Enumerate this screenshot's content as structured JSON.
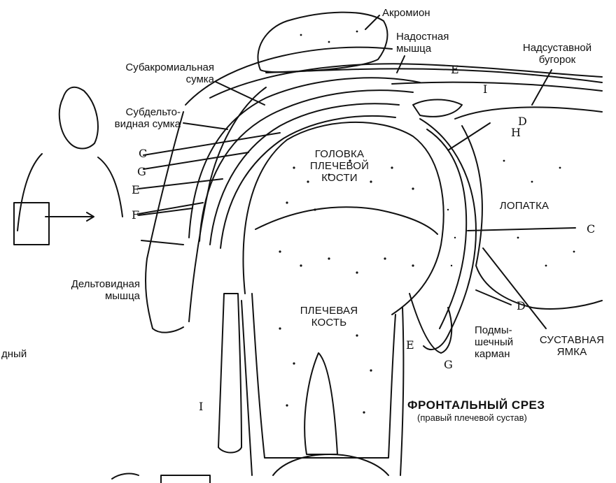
{
  "labels": {
    "acromion": "Акромион",
    "supraspinatus": [
      "Надостная",
      "мышца"
    ],
    "supraglenoid": [
      "Надсуставной",
      "бугорок"
    ],
    "subacromial_bursa": [
      "Субакромиальная",
      "сумка"
    ],
    "subdeltoid_bursa": [
      "Субдельто-",
      "видная сумка"
    ],
    "humeral_head": [
      "ГОЛОВКА",
      "ПЛЕЧЕВОЙ",
      "КОСТИ"
    ],
    "scapula": "ЛОПАТКА",
    "humerus": [
      "ПЛЕЧЕВАЯ",
      "КОСТЬ"
    ],
    "deltoid": [
      "Дельтовидная",
      "мышца"
    ],
    "axillary_pouch": [
      "Подмы-",
      "шечный",
      "карман"
    ],
    "glenoid_fossa": [
      "СУСТАВНАЯ",
      "ЯМКА"
    ],
    "cut_off": "дный"
  },
  "letters": {
    "C": "C",
    "G": "G",
    "E": "E",
    "F": "F",
    "I": "I",
    "D": "D",
    "H": "H"
  },
  "caption": {
    "title": "ФРОНТАЛЬНЫЙ СРЕЗ",
    "subtitle": "(правый плечевой сустав)"
  },
  "colors": {
    "ink": "#111111",
    "paper": "#ffffff"
  }
}
